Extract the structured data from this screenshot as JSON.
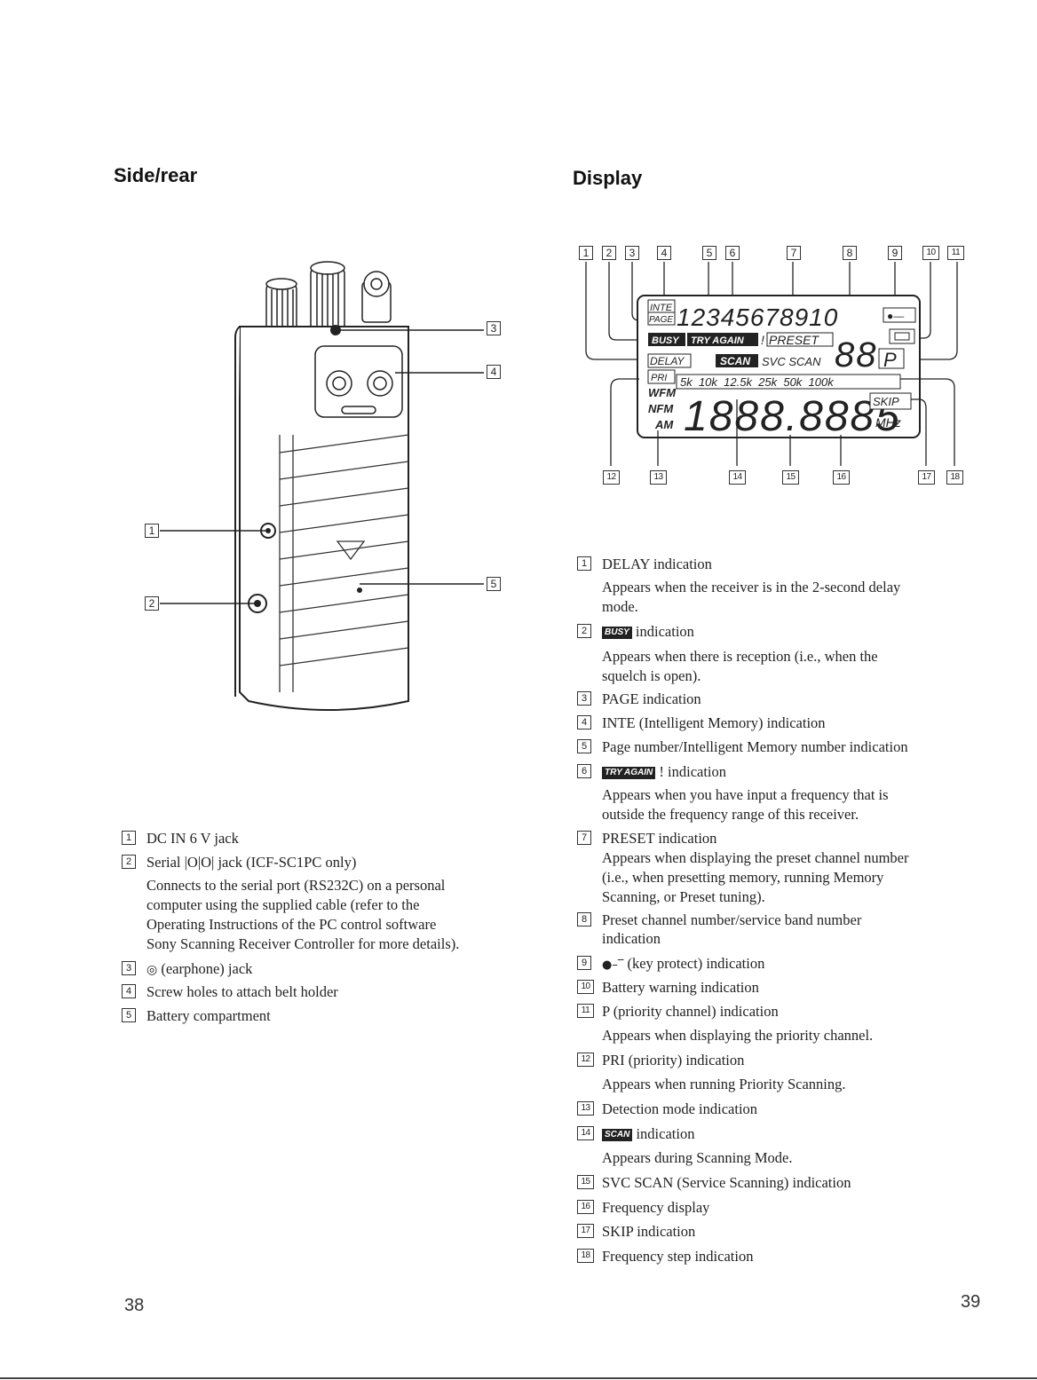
{
  "left": {
    "heading": "Side/rear",
    "callouts": [
      "1",
      "2",
      "3",
      "4",
      "5"
    ],
    "items": [
      {
        "num": "1",
        "label": "DC IN 6 V jack"
      },
      {
        "num": "2",
        "label": "Serial |O|O| jack (ICF-SC1PC only)"
      },
      {
        "num": "3",
        "label": "(earphone) jack"
      },
      {
        "num": "4",
        "label": "Screw holes to attach belt holder"
      },
      {
        "num": "5",
        "label": "Battery compartment"
      }
    ],
    "serial_desc": [
      "Connects to the serial port (RS232C) on a personal",
      "computer using the supplied cable (refer to the",
      "Operating Instructions of the PC control software",
      "Sony Scanning Receiver Controller for more details)."
    ]
  },
  "right": {
    "heading": "Display",
    "top_callouts": [
      "1",
      "2",
      "3",
      "4",
      "5",
      "6",
      "7",
      "8",
      "9",
      "10",
      "11"
    ],
    "bottom_callouts": [
      "12",
      "13",
      "14",
      "15",
      "16",
      "17",
      "18"
    ],
    "lcd": {
      "inte": "INTE",
      "page": "PAGE",
      "numbers": "12345678910",
      "busy": "BUSY",
      "try_again": "TRY AGAIN",
      "exclaim": "!",
      "preset": "PRESET",
      "delay": "DELAY",
      "scan": "SCAN",
      "svc_scan": "SVC SCAN",
      "p": "P",
      "pri": "PRI",
      "steps": "5k  10k  12.5k  25k  50k  100k",
      "wfm": "WFM",
      "nfm": "NFM",
      "am": "AM",
      "skip": "SKIP",
      "mhz": "MHz"
    },
    "items": [
      {
        "num": "1",
        "label": "DELAY indication",
        "desc": [
          "Appears when the receiver is in the 2-second delay",
          "mode."
        ]
      },
      {
        "num": "2",
        "badge": "BUSY",
        "label": "indication",
        "desc": [
          "Appears when there is reception (i.e., when the",
          "squelch is open)."
        ]
      },
      {
        "num": "3",
        "label": "PAGE indication",
        "desc": []
      },
      {
        "num": "4",
        "label": "INTE (Intelligent Memory) indication",
        "desc": []
      },
      {
        "num": "5",
        "label": "Page number/Intelligent Memory number indication",
        "desc": []
      },
      {
        "num": "6",
        "badge": "TRY AGAIN",
        "label": "! indication",
        "desc": [
          "Appears when you have input a frequency that is",
          "outside the frequency range of this receiver."
        ]
      },
      {
        "num": "7",
        "label": "PRESET indication",
        "desc": [
          "Appears when displaying the preset channel number",
          "(i.e., when presetting memory, running Memory",
          "Scanning, or Preset tuning)."
        ]
      },
      {
        "num": "8",
        "label": "Preset channel number/service band number",
        "desc": [
          "indication"
        ]
      },
      {
        "num": "9",
        "label": "(key protect) indication",
        "desc": []
      },
      {
        "num": "10",
        "label": "Battery warning indication",
        "desc": []
      },
      {
        "num": "11",
        "label": "P (priority channel) indication",
        "desc": [
          "Appears when displaying the priority channel."
        ]
      },
      {
        "num": "12",
        "label": "PRI (priority) indication",
        "desc": [
          "Appears when running Priority Scanning."
        ]
      },
      {
        "num": "13",
        "label": "Detection mode indication",
        "desc": []
      },
      {
        "num": "14",
        "badge": "SCAN",
        "label": "indication",
        "desc": [
          "Appears during Scanning Mode."
        ]
      },
      {
        "num": "15",
        "label": "SVC SCAN (Service Scanning) indication",
        "desc": []
      },
      {
        "num": "16",
        "label": "Frequency display",
        "desc": []
      },
      {
        "num": "17",
        "label": "SKIP indication",
        "desc": []
      },
      {
        "num": "18",
        "label": "Frequency step indication",
        "desc": []
      }
    ]
  },
  "page_left": "38",
  "page_right": "39"
}
